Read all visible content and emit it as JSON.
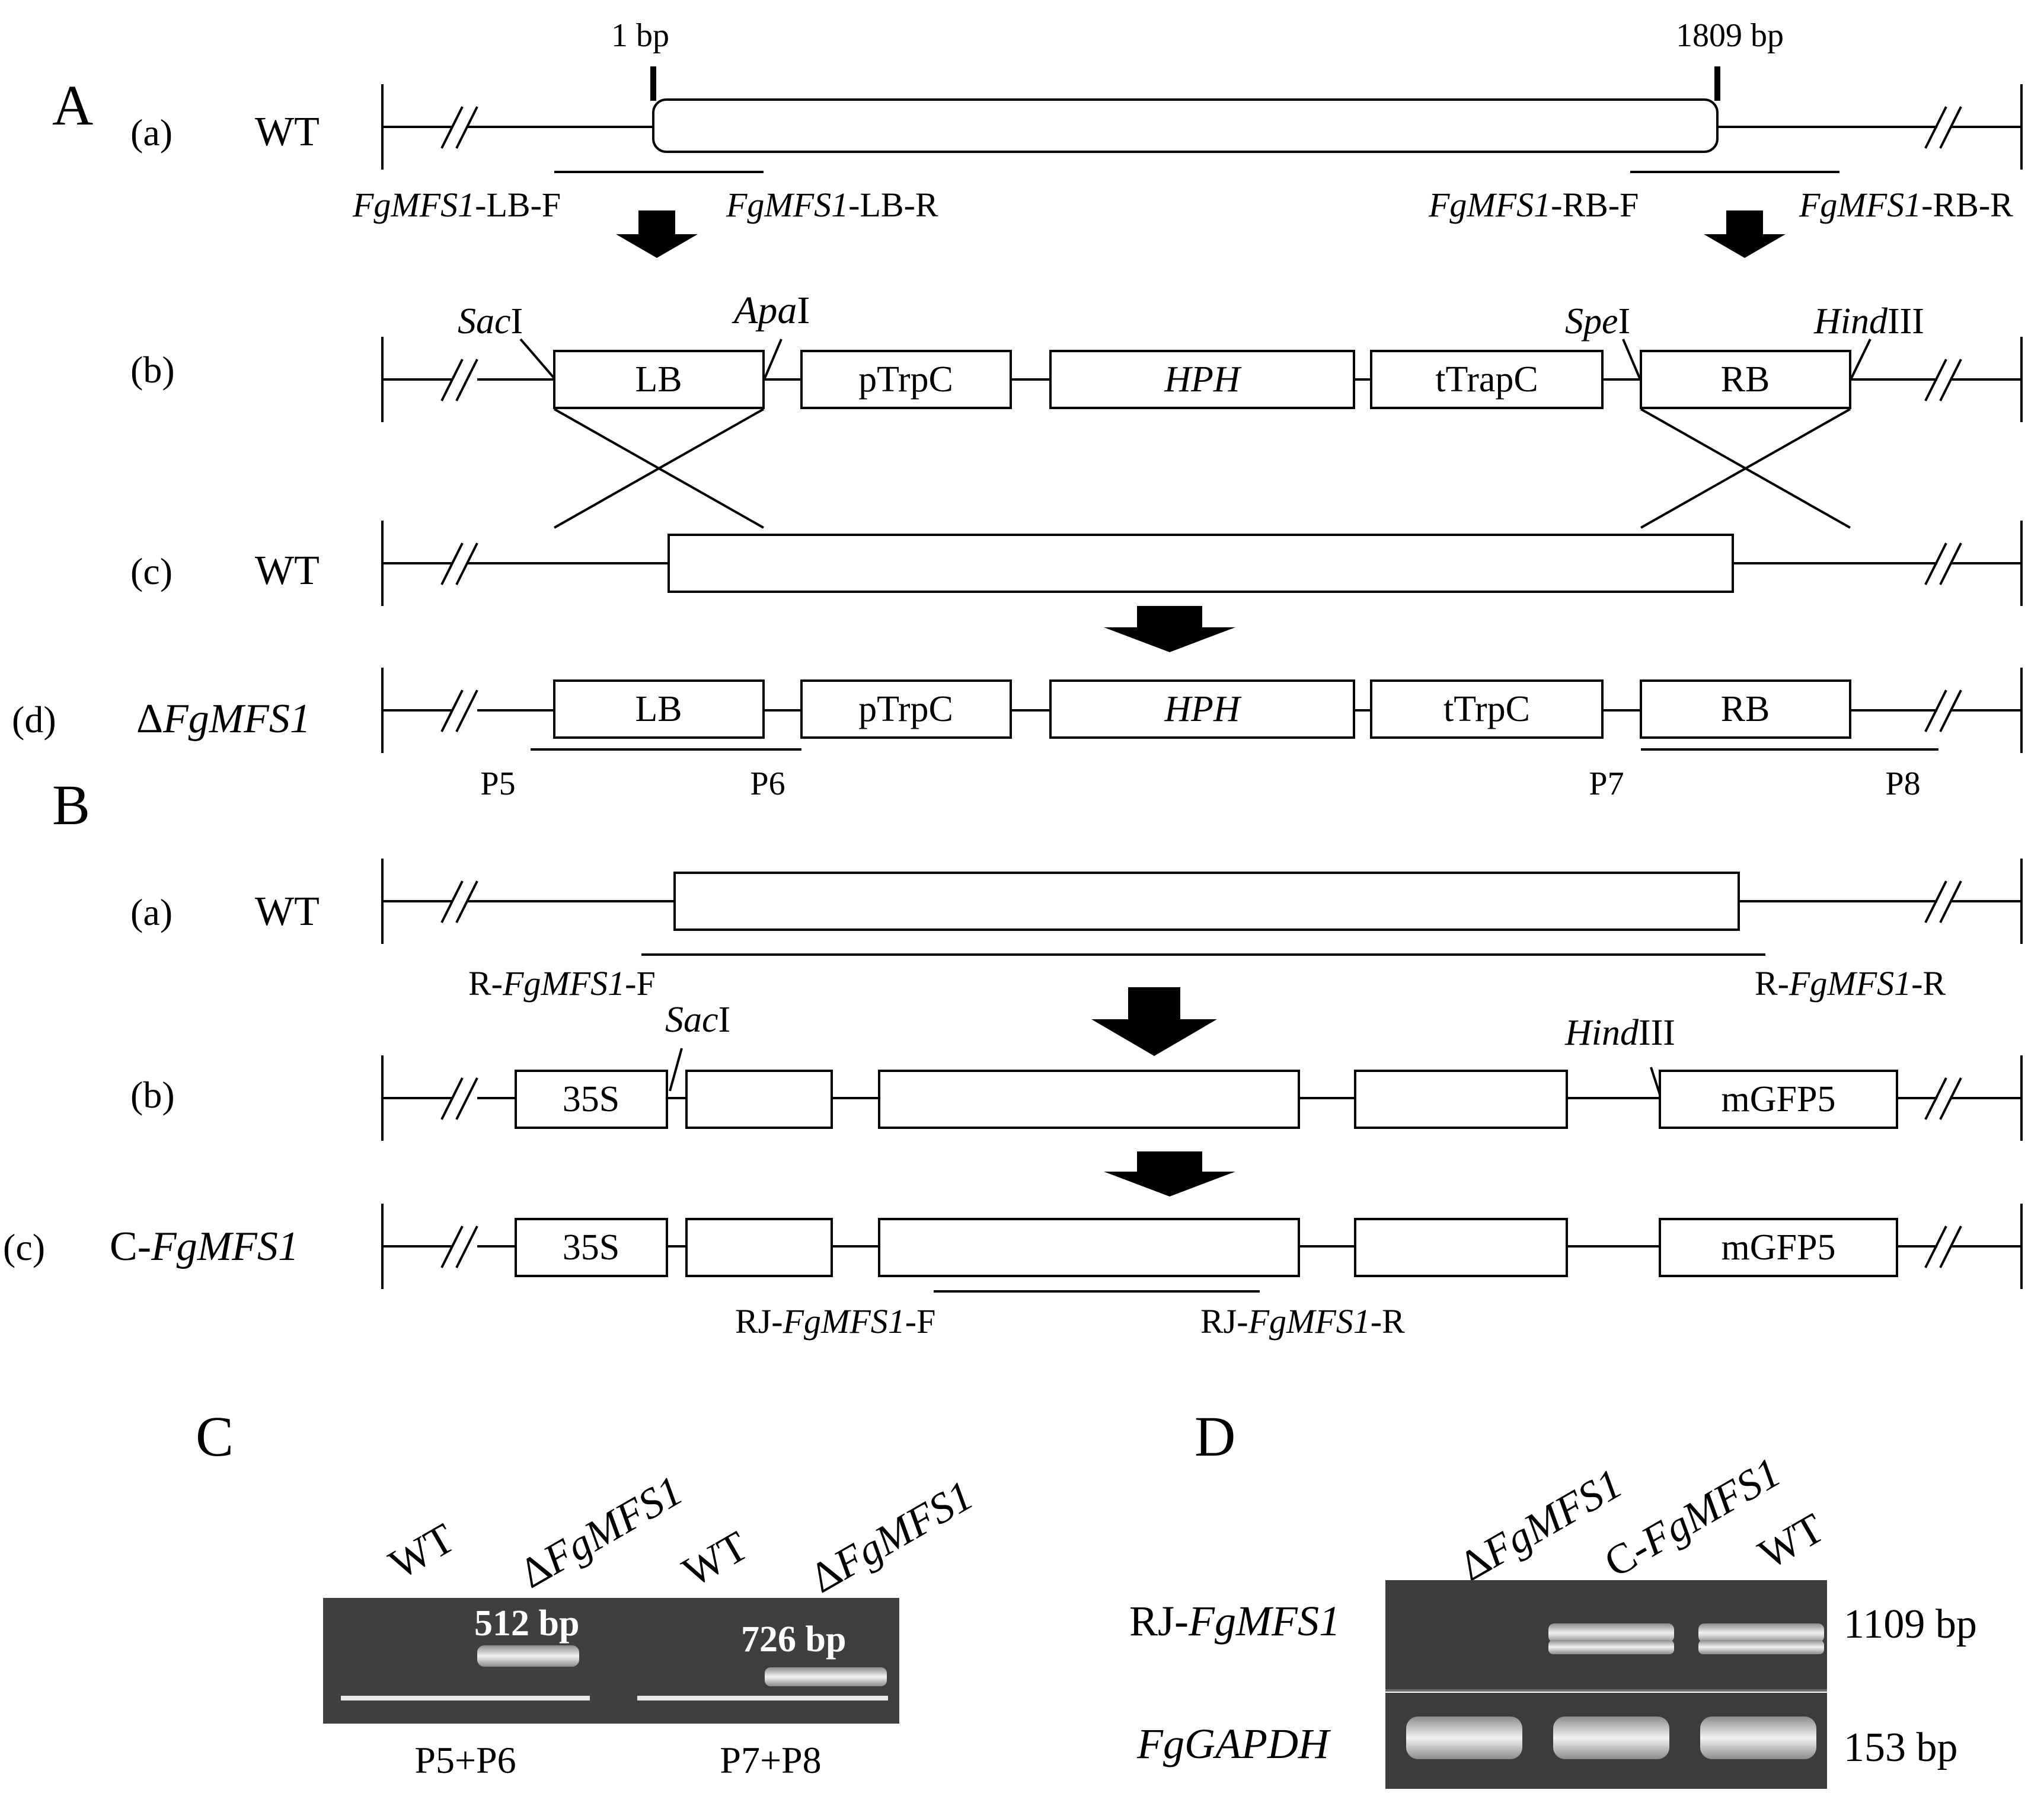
{
  "panel_labels": {
    "A": "A",
    "B": "B",
    "C": "C",
    "D": "D"
  },
  "panel_A": {
    "rows": {
      "a": {
        "tag": "(a)",
        "strain": "WT"
      },
      "b": {
        "tag": "(b)"
      },
      "c": {
        "tag": "(c)",
        "strain": "WT"
      },
      "d": {
        "tag": "(d)",
        "strain_prefix": "Δ",
        "strain_gene": "FgMFS1"
      }
    },
    "markers": {
      "start": "1 bp",
      "end": "1809 bp"
    },
    "primers": {
      "lb_f": {
        "gene": "FgMFS1",
        "suffix": "-LB-F"
      },
      "lb_r": {
        "gene": "FgMFS1",
        "suffix": "-LB-R"
      },
      "rb_f": {
        "gene": "FgMFS1",
        "suffix": "-RB-F"
      },
      "rb_r": {
        "gene": "FgMFS1",
        "suffix": "-RB-R"
      }
    },
    "sites": {
      "sac": {
        "italic": "Sac",
        "roman": "I"
      },
      "apa": {
        "italic": "Apa",
        "roman": "I"
      },
      "spe": {
        "italic": "Spe",
        "roman": "I"
      },
      "hind": {
        "italic": "Hind",
        "roman": "III"
      }
    },
    "construct_b": {
      "lb": "LB",
      "ptrpc": "pTrpC",
      "hph": "HPH",
      "ttrapc": "tTrapC",
      "rb": "RB"
    },
    "construct_d": {
      "lb": "LB",
      "ptrpc": "pTrpC",
      "hph": "HPH",
      "ttrpc": "tTrpC",
      "rb": "RB"
    },
    "check_primers": {
      "p5": "P5",
      "p6": "P6",
      "p7": "P7",
      "p8": "P8"
    }
  },
  "panel_B": {
    "rows": {
      "a": {
        "tag": "(a)",
        "strain": "WT"
      },
      "b": {
        "tag": "(b)"
      },
      "c": {
        "tag": "(c)",
        "strain_prefix": "C-",
        "strain_gene": "FgMFS1"
      }
    },
    "primers": {
      "r_f": {
        "prefix": "R-",
        "gene": "FgMFS1",
        "suffix": "-F"
      },
      "r_r": {
        "prefix": "R-",
        "gene": "FgMFS1",
        "suffix": "-R"
      },
      "rj_f": {
        "prefix": "RJ-",
        "gene": "FgMFS1",
        "suffix": "-F"
      },
      "rj_r": {
        "prefix": "RJ-",
        "gene": "FgMFS1",
        "suffix": "-R"
      }
    },
    "sites": {
      "sac": {
        "italic": "Sac",
        "roman": "I"
      },
      "hind": {
        "italic": "Hind",
        "roman": "III"
      }
    },
    "construct": {
      "p35s": "35S",
      "gfp": "mGFP5"
    }
  },
  "panel_C": {
    "lanes": {
      "wt1": "WT",
      "ko1": {
        "prefix": "Δ",
        "gene": "FgMFS1"
      },
      "wt2": "WT",
      "ko2": {
        "prefix": "Δ",
        "gene": "FgMFS1"
      }
    },
    "bands": {
      "b1": "512 bp",
      "b2": "726 bp"
    },
    "pairs": {
      "pair1": "P5+P6",
      "pair2": "P7+P8"
    }
  },
  "panel_D": {
    "lanes": {
      "ko": {
        "prefix": "Δ",
        "gene": "FgMFS1"
      },
      "comp": {
        "prefix": "C-",
        "gene": "FgMFS1"
      },
      "wt": "WT"
    },
    "rows": {
      "target": {
        "prefix": "RJ-",
        "gene": "FgMFS1",
        "size": "1109 bp"
      },
      "ref": {
        "gene": "FgGAPDH",
        "size": "153 bp"
      }
    }
  }
}
